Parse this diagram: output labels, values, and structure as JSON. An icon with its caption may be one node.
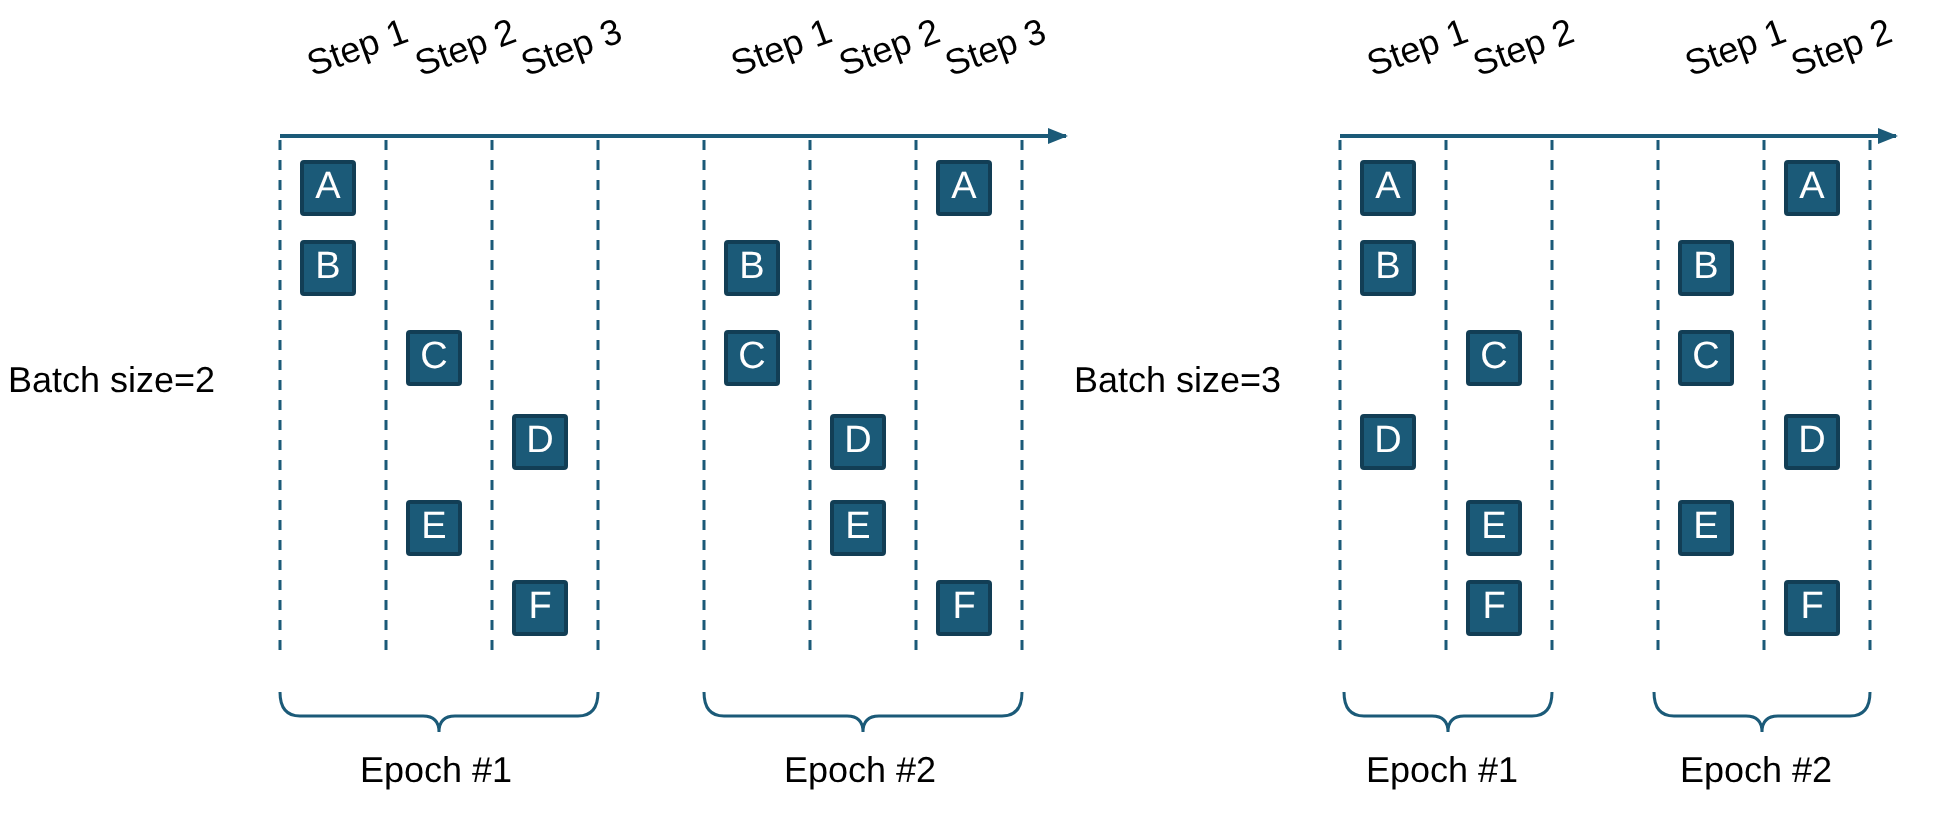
{
  "diagram": {
    "nodes": [
      {
        "text": [
          "A"
        ]
      },
      {
        "text": [
          "B"
        ]
      },
      {
        "text": [
          "C"
        ]
      },
      {
        "text": [
          "D"
        ]
      },
      {
        "text": [
          "E"
        ]
      },
      {
        "text": [
          "F"
        ]
      },
      {
        "text": [
          "B"
        ]
      },
      {
        "text": [
          "C"
        ]
      },
      {
        "text": [
          "D"
        ]
      },
      {
        "text": [
          "E"
        ]
      },
      {
        "text": [
          "A"
        ]
      },
      {
        "text": [
          "F"
        ]
      },
      {
        "text": [
          "A"
        ]
      },
      {
        "text": [
          "B"
        ]
      },
      {
        "text": [
          "C"
        ]
      },
      {
        "text": [
          "D"
        ]
      },
      {
        "text": [
          "E"
        ]
      },
      {
        "text": [
          "F"
        ]
      },
      {
        "text": [
          "B"
        ]
      },
      {
        "text": [
          "C"
        ]
      },
      {
        "text": [
          "E"
        ]
      },
      {
        "text": [
          "A"
        ]
      },
      {
        "text": [
          "D"
        ]
      },
      {
        "text": [
          "F"
        ]
      }
    ],
    "edges": [],
    "labels": [
      "Step 1",
      "Step 2",
      "Step 3",
      "Step 1",
      "Step 2",
      "Step 3",
      "Batch size=2",
      "Epoch #1",
      "Epoch #2",
      "Step 1",
      "Step 2",
      "Step 1",
      "Step 2",
      "Batch size=3",
      "Epoch #1",
      "Epoch #2"
    ]
  }
}
